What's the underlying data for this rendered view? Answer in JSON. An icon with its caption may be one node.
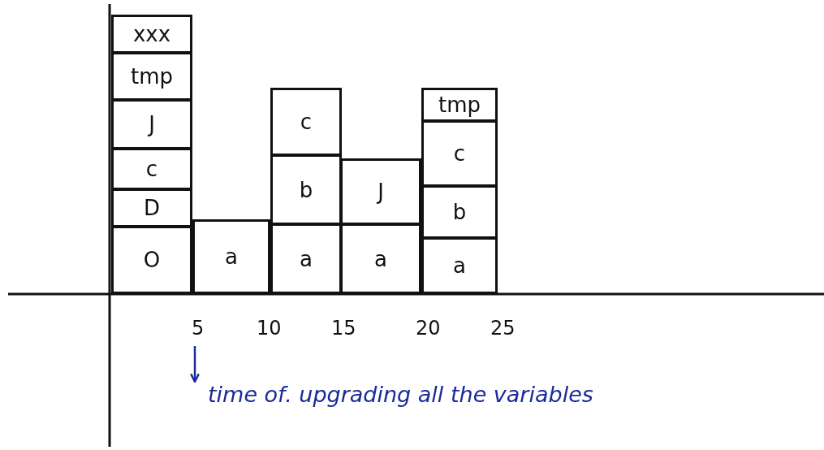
{
  "diagram": {
    "nodes": [
      {
        "text": [
          "xxx"
        ]
      },
      {
        "text": [
          "tmp"
        ]
      },
      {
        "text": [
          "J"
        ]
      },
      {
        "text": [
          "c"
        ]
      },
      {
        "text": [
          "D"
        ]
      },
      {
        "text": [
          "O"
        ]
      },
      {
        "text": [
          "a"
        ]
      },
      {
        "text": [
          "c"
        ]
      },
      {
        "text": [
          "b"
        ]
      },
      {
        "text": [
          "a"
        ]
      },
      {
        "text": [
          "J"
        ]
      },
      {
        "text": [
          "a"
        ]
      },
      {
        "text": [
          "tmp"
        ]
      },
      {
        "text": [
          "c"
        ]
      },
      {
        "text": [
          "b"
        ]
      },
      {
        "text": [
          "a"
        ]
      },
      {
        "text": [
          "time of. upgrading all the variables"
        ]
      }
    ],
    "edges": [
      {
        "from": null,
        "to": 16,
        "arrow": "to"
      }
    ],
    "labels": [
      "5",
      "10",
      "15",
      "20",
      "25"
    ]
  }
}
